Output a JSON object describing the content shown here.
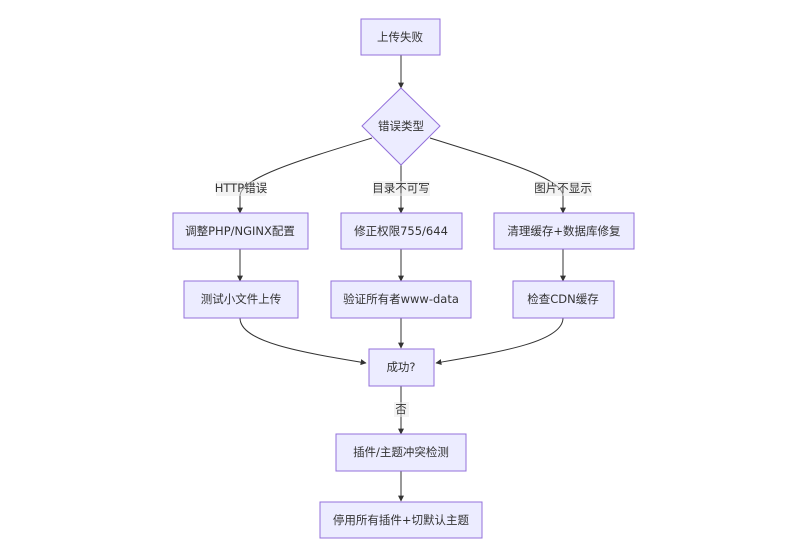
{
  "diagram": {
    "nodes": {
      "upload_failed": "上传失败",
      "error_type": "错误类型",
      "adjust_config": "调整PHP/NGINX配置",
      "fix_permissions": "修正权限755/644",
      "clear_cache": "清理缓存+数据库修复",
      "test_small_file": "测试小文件上传",
      "verify_owner": "验证所有者www-data",
      "check_cdn": "检查CDN缓存",
      "success_check": "成功?",
      "conflict_detect": "插件/主题冲突检测",
      "disable_plugins": "停用所有插件+切默认主题"
    },
    "edge_labels": {
      "http_error": "HTTP错误",
      "dir_not_writable": "目录不可写",
      "image_not_shown": "图片不显示",
      "no": "否"
    }
  }
}
